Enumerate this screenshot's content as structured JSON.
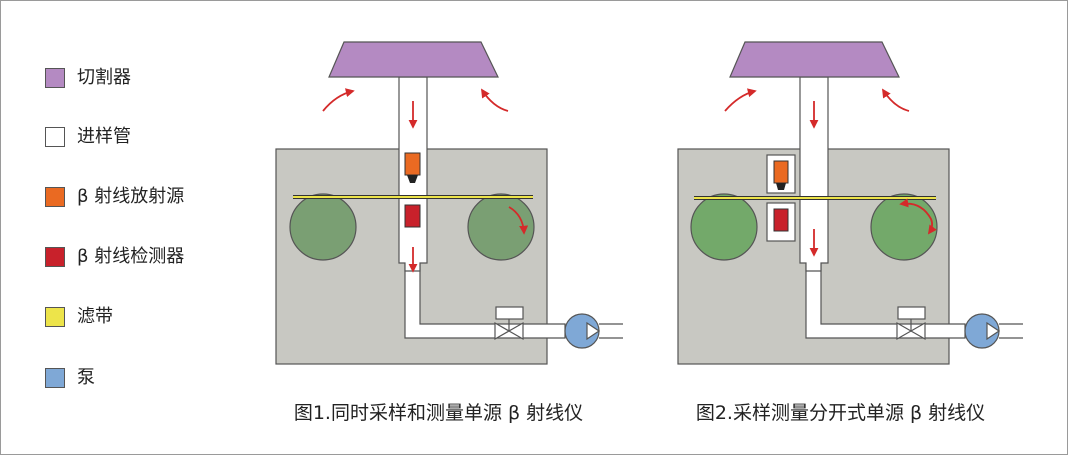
{
  "legend": [
    {
      "label": "切割器",
      "color": "#b48ac2"
    },
    {
      "label": "进样管",
      "color": "#ffffff"
    },
    {
      "label": "β 射线放射源",
      "color": "#ea6a22"
    },
    {
      "label": "β 射线检测器",
      "color": "#c8212b"
    },
    {
      "label": "滤带",
      "color": "#ede44a"
    },
    {
      "label": "泵",
      "color": "#7fa8d6"
    }
  ],
  "captions": {
    "figure1": "图1.同时采样和测量单源 β 射线仪",
    "figure2": "图2.采样测量分开式单源 β 射线仪"
  },
  "colors": {
    "chamber": "#c8c8c2",
    "reel_fig1": "#7a9f73",
    "reel_fig2": "#73a96a",
    "arrow": "#d42a2a",
    "tape": "#ede44a",
    "pipe_outline": "#555555"
  }
}
